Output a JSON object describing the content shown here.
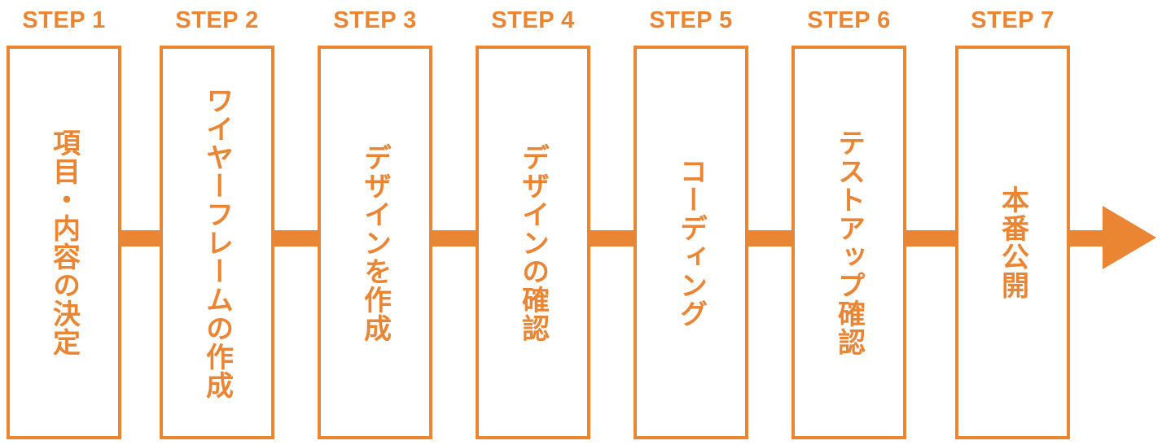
{
  "colors": {
    "accent": "#ea8534",
    "background": "#ffffff"
  },
  "steps": [
    {
      "label": "STEP 1",
      "text": "項目・内容の決定"
    },
    {
      "label": "STEP 2",
      "text": "ワイヤーフレームの作成"
    },
    {
      "label": "STEP 3",
      "text": "デザインを作成"
    },
    {
      "label": "STEP 4",
      "text": "デザインの確認"
    },
    {
      "label": "STEP 5",
      "text": "コーディング"
    },
    {
      "label": "STEP 6",
      "text": "テストアップ確認"
    },
    {
      "label": "STEP 7",
      "text": "本番公開"
    }
  ]
}
